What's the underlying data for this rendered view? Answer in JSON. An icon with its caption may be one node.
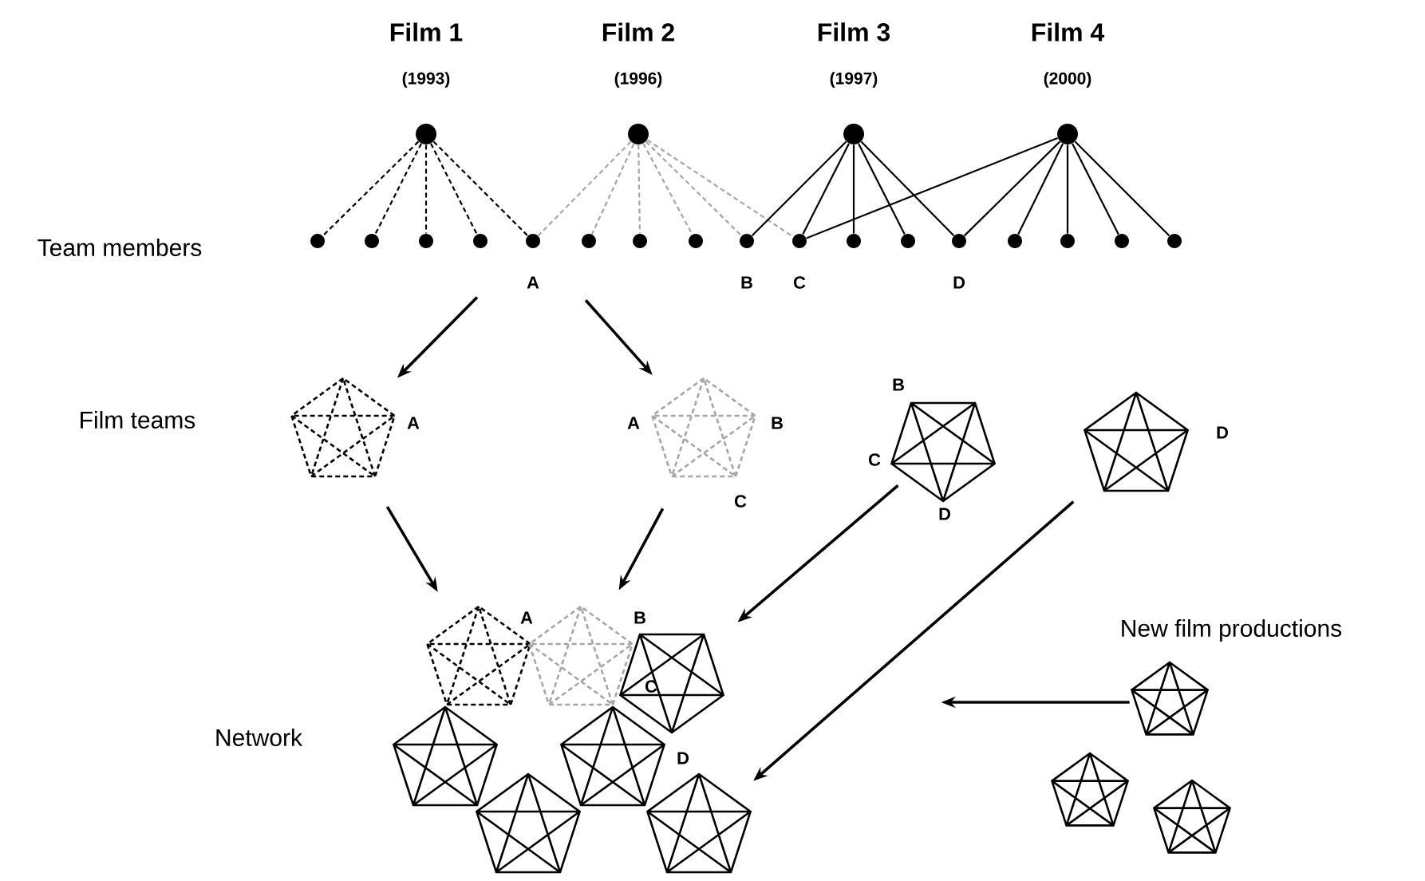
{
  "diagram": {
    "nodes": [
      {
        "text": [
          "Film 1",
          "(1993)"
        ]
      },
      {
        "text": [
          "Film 2",
          "(1996)"
        ]
      },
      {
        "text": [
          "Film 3",
          "(1997)"
        ]
      },
      {
        "text": [
          "Film 4",
          "(2000)"
        ]
      },
      {
        "text": [],
        "shape": "circle"
      },
      {
        "text": [],
        "shape": "circle"
      },
      {
        "text": [],
        "shape": "circle"
      },
      {
        "text": [],
        "shape": "circle"
      },
      {
        "text": [],
        "shape": "circle",
        "beside": [
          "A"
        ]
      },
      {
        "text": [],
        "shape": "circle"
      },
      {
        "text": [],
        "shape": "circle"
      },
      {
        "text": [],
        "shape": "circle"
      },
      {
        "text": [],
        "shape": "circle",
        "beside": [
          "B"
        ]
      },
      {
        "text": [],
        "shape": "circle",
        "beside": [
          "C"
        ]
      },
      {
        "text": [],
        "shape": "circle"
      },
      {
        "text": [],
        "shape": "circle"
      },
      {
        "text": [],
        "shape": "circle",
        "beside": [
          "D"
        ]
      },
      {
        "text": [],
        "shape": "circle"
      },
      {
        "text": [],
        "shape": "circle"
      },
      {
        "text": [],
        "shape": "circle"
      },
      {
        "text": [],
        "shape": "circle"
      },
      {
        "text": [
          "A"
        ]
      },
      {
        "text": [
          "A",
          "B",
          "C"
        ]
      },
      {
        "text": [
          "B",
          "C",
          "D"
        ]
      },
      {
        "text": [
          "D"
        ]
      },
      {
        "text": [
          "A"
        ]
      },
      {
        "text": [],
        "shape": "pentagon"
      },
      {
        "text": [
          "B",
          "C"
        ]
      },
      {
        "text": [],
        "shape": "pentagon"
      },
      {
        "text": [],
        "shape": "pentagon"
      },
      {
        "text": [],
        "shape": "pentagon"
      },
      {
        "text": [
          "D"
        ]
      },
      {
        "text": [
          "New film productions"
        ]
      },
      {
        "text": [],
        "shape": "pentagon"
      },
      {
        "text": [],
        "shape": "pentagon"
      },
      {
        "text": [],
        "shape": "pentagon"
      }
    ],
    "edges": [
      {
        "from": 0,
        "to": 4,
        "arrow": "none",
        "style": "dashed"
      },
      {
        "from": 0,
        "to": 5,
        "arrow": "none",
        "style": "dashed"
      },
      {
        "from": 0,
        "to": 6,
        "arrow": "none",
        "style": "dashed"
      },
      {
        "from": 0,
        "to": 7,
        "arrow": "none",
        "style": "dashed"
      },
      {
        "from": 0,
        "to": 8,
        "arrow": "none",
        "style": "dashed"
      },
      {
        "from": 1,
        "to": 8,
        "arrow": "none",
        "style": "dashed",
        "color": "#a6a6a6"
      },
      {
        "from": 1,
        "to": 9,
        "arrow": "none",
        "style": "dashed",
        "color": "#a6a6a6"
      },
      {
        "from": 1,
        "to": 10,
        "arrow": "none",
        "style": "dashed",
        "color": "#a6a6a6"
      },
      {
        "from": 1,
        "to": 11,
        "arrow": "none",
        "style": "dashed",
        "color": "#a6a6a6"
      },
      {
        "from": 1,
        "to": 12,
        "arrow": "none",
        "style": "dashed",
        "color": "#a6a6a6"
      },
      {
        "from": 1,
        "to": 13,
        "arrow": "none",
        "style": "dashed",
        "color": "#a6a6a6"
      },
      {
        "from": 2,
        "to": 12,
        "arrow": "none"
      },
      {
        "from": 2,
        "to": 13,
        "arrow": "none"
      },
      {
        "from": 2,
        "to": 14,
        "arrow": "none"
      },
      {
        "from": 2,
        "to": 15,
        "arrow": "none"
      },
      {
        "from": 2,
        "to": 16,
        "arrow": "none"
      },
      {
        "from": 3,
        "to": 13,
        "arrow": "none"
      },
      {
        "from": 3,
        "to": 16,
        "arrow": "none"
      },
      {
        "from": 3,
        "to": 17,
        "arrow": "none"
      },
      {
        "from": 3,
        "to": 18,
        "arrow": "none"
      },
      {
        "from": 3,
        "to": 19,
        "arrow": "none"
      },
      {
        "from": 3,
        "to": 20,
        "arrow": "none"
      },
      {
        "from": 8,
        "to": 21,
        "arrow": "to"
      },
      {
        "from": 8,
        "to": 22,
        "arrow": "to"
      },
      {
        "from": 21,
        "to": 25,
        "arrow": "to"
      },
      {
        "from": 22,
        "to": 26,
        "arrow": "to"
      },
      {
        "from": 23,
        "to": 27,
        "arrow": "to"
      },
      {
        "from": 24,
        "to": 31,
        "arrow": "to"
      },
      {
        "from": 33,
        "to": null,
        "arrow": "to"
      }
    ],
    "labels": [
      "Team members",
      "Film teams",
      "Network"
    ]
  }
}
